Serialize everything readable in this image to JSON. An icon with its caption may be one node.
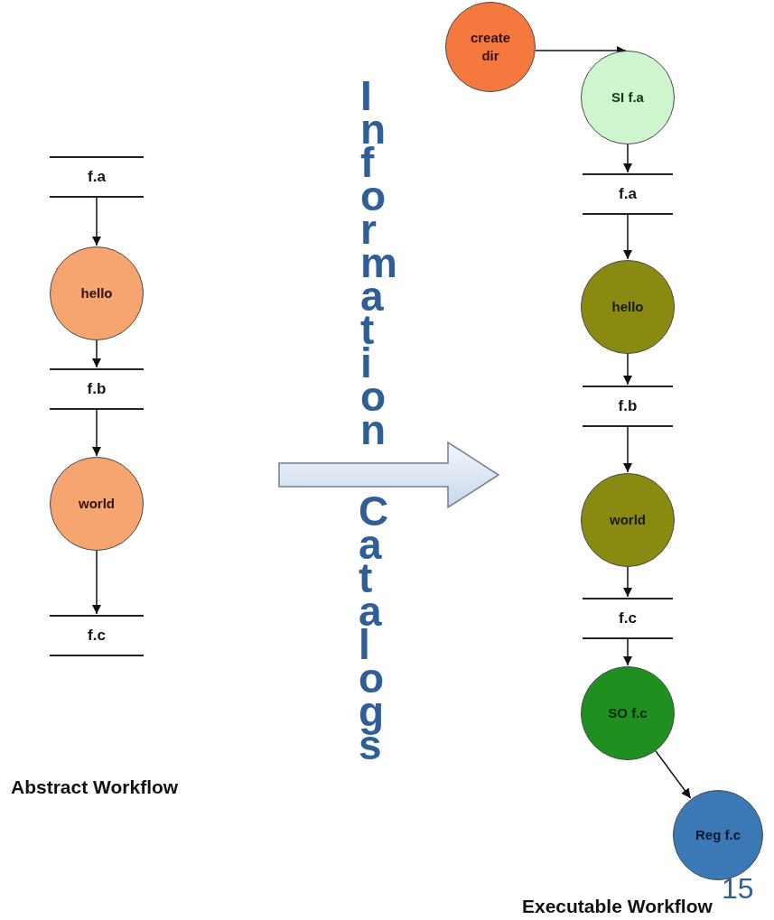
{
  "diagram": {
    "nodes": [
      {
        "text": [
          "f.a"
        ]
      },
      {
        "text": [
          "hello"
        ]
      },
      {
        "text": [
          "f.b"
        ]
      },
      {
        "text": [
          "world"
        ]
      },
      {
        "text": [
          "f.c"
        ]
      },
      {
        "text": [
          "create dir"
        ]
      },
      {
        "text": [
          "SI f.a"
        ]
      },
      {
        "text": [
          "f.a"
        ]
      },
      {
        "text": [
          "hello"
        ]
      },
      {
        "text": [
          "f.b"
        ]
      },
      {
        "text": [
          "world"
        ]
      },
      {
        "text": [
          "f.c"
        ]
      },
      {
        "text": [
          "SO f.c"
        ]
      },
      {
        "text": [
          "Reg f.c"
        ]
      }
    ],
    "edges": [
      {
        "from": 0,
        "to": 1,
        "arrow": "to"
      },
      {
        "from": 1,
        "to": 2,
        "arrow": "to"
      },
      {
        "from": 2,
        "to": 3,
        "arrow": "to"
      },
      {
        "from": 3,
        "to": 4,
        "arrow": "to"
      },
      {
        "from": 5,
        "to": 6,
        "arrow": "to"
      },
      {
        "from": 6,
        "to": 7,
        "arrow": "to"
      },
      {
        "from": 7,
        "to": 8,
        "arrow": "to"
      },
      {
        "from": 8,
        "to": 9,
        "arrow": "to"
      },
      {
        "from": 9,
        "to": 10,
        "arrow": "to"
      },
      {
        "from": 10,
        "to": 11,
        "arrow": "to"
      },
      {
        "from": 11,
        "to": 12,
        "arrow": "to"
      },
      {
        "from": 12,
        "to": 13,
        "arrow": "to"
      }
    ],
    "labels": [
      "Information",
      "Catalogs",
      "Abstract Workflow",
      "Executable Workflow",
      "15"
    ]
  }
}
